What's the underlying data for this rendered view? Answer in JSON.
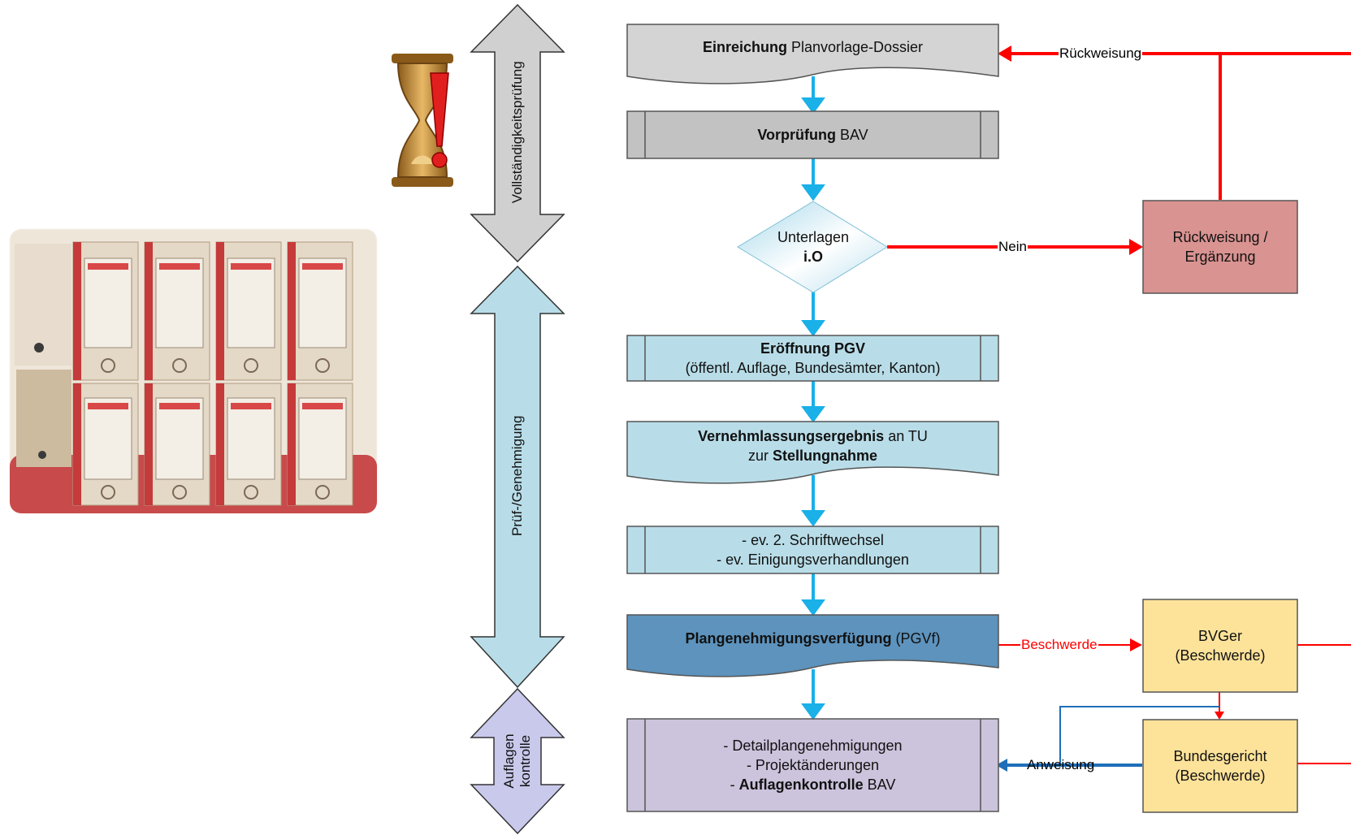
{
  "title": "",
  "phases": {
    "vollstaendigkeit": "Vollständigkeitsprüfung",
    "pruef": "Prüf-/Genehmigung",
    "auflagen_line1": "Auflagen",
    "auflagen_line2": "kontrolle"
  },
  "steps": {
    "einreichung": {
      "bold": "Einreichung",
      "rest": " Planvorlage-Dossier"
    },
    "vorpruefung": {
      "bold": "Vorprüfung",
      "rest": " BAV"
    },
    "unterlagen": {
      "line1": "Unterlagen",
      "line2": "i.O"
    },
    "eroeffnung": {
      "bold": "Eröffnung PGV",
      "line2": "(öffentl. Auflage, Bundesämter, Kanton)"
    },
    "vernehmlassung": {
      "bold1": "Vernehmlassungsergebnis",
      "rest1": " an TU",
      "pre2": "zur ",
      "bold2": "Stellungnahme"
    },
    "schriftwechsel": {
      "line1": "- ev. 2. Schriftwechsel",
      "line2": "- ev. Einigungsverhandlungen"
    },
    "pgvf": {
      "bold": "Plangenehmigungsverfügung",
      "rest": " (PGVf)"
    },
    "detail": {
      "line1": "- Detailplangenehmigungen",
      "line2": "- Projektänderungen",
      "pre3": "- ",
      "bold3": "Auflagenkontrolle",
      "rest3": " BAV"
    },
    "rueckweisung_box": {
      "line1": "Rückweisung /",
      "line2": "Ergänzung"
    },
    "bvger": {
      "line1": "BVGer",
      "line2": "(Beschwerde)"
    },
    "bundesgericht": {
      "line1": "Bundesgericht",
      "line2": "(Beschwerde)"
    }
  },
  "edges": {
    "rueckweisung": "Rückweisung",
    "nein": "Nein",
    "beschwerde": "Beschwerde",
    "anweisung": "Anweisung"
  },
  "colors": {
    "title_red": "#e01010",
    "arrow_blue": "#1ab0e8",
    "arrow_red": "#ff0000",
    "arrow_darkblue": "#1e6fb8",
    "box_gray": "#d4d4d4",
    "box_lightblue": "#b8dde8",
    "box_steelblue": "#5d93bd",
    "box_purple": "#ccc3dc",
    "box_rose": "#d99391",
    "box_yellow": "#fde39a",
    "phase_gray": "#d0d0d0",
    "phase_lightblue": "#b8dde8",
    "phase_lavender": "#c9c9ec"
  },
  "images": {
    "hourglass": "hourglass-warning-icon",
    "photo": "stacked-archive-boxes-photo"
  }
}
